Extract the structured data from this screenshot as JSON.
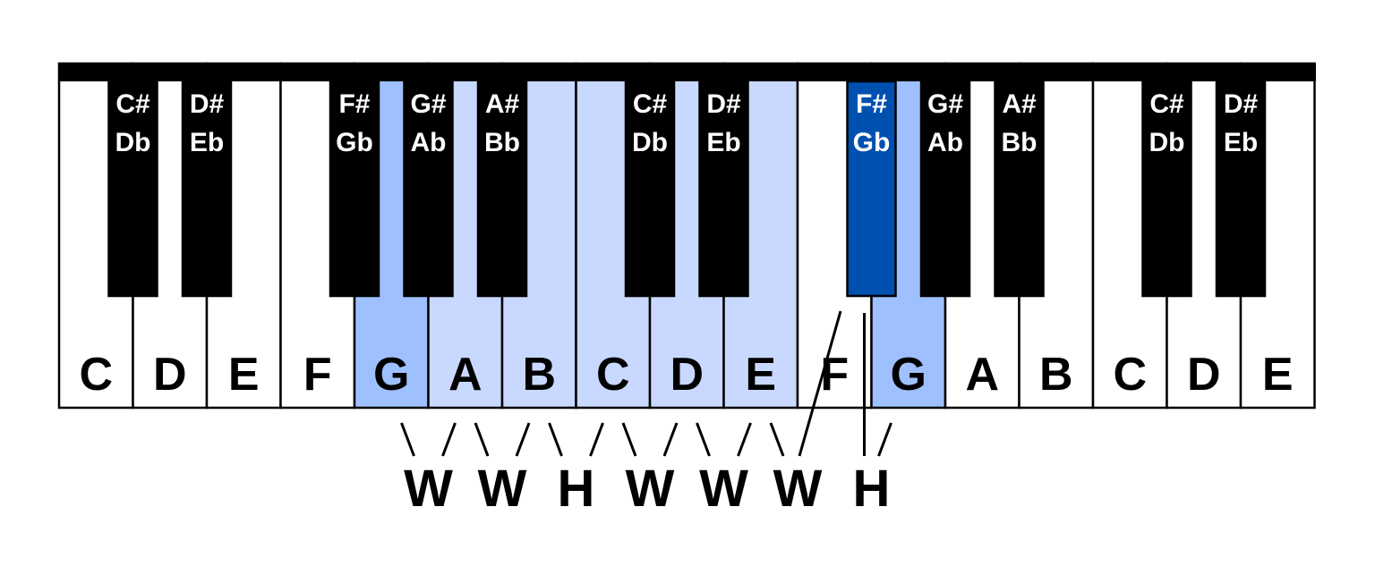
{
  "keyboard": {
    "white_keys": [
      {
        "label": "C",
        "state": "none"
      },
      {
        "label": "D",
        "state": "none"
      },
      {
        "label": "E",
        "state": "none"
      },
      {
        "label": "F",
        "state": "none"
      },
      {
        "label": "G",
        "state": "tonic"
      },
      {
        "label": "A",
        "state": "scale"
      },
      {
        "label": "B",
        "state": "scale"
      },
      {
        "label": "C",
        "state": "scale"
      },
      {
        "label": "D",
        "state": "scale"
      },
      {
        "label": "E",
        "state": "scale"
      },
      {
        "label": "F",
        "state": "none"
      },
      {
        "label": "G",
        "state": "tonic"
      },
      {
        "label": "A",
        "state": "none"
      },
      {
        "label": "B",
        "state": "none"
      },
      {
        "label": "C",
        "state": "none"
      },
      {
        "label": "D",
        "state": "none"
      },
      {
        "label": "E",
        "state": "none"
      }
    ],
    "black_keys": [
      {
        "after": 0,
        "sharp": "C#",
        "flat": "Db",
        "state": "none"
      },
      {
        "after": 1,
        "sharp": "D#",
        "flat": "Eb",
        "state": "none"
      },
      {
        "after": 3,
        "sharp": "F#",
        "flat": "Gb",
        "state": "none"
      },
      {
        "after": 4,
        "sharp": "G#",
        "flat": "Ab",
        "state": "none"
      },
      {
        "after": 5,
        "sharp": "A#",
        "flat": "Bb",
        "state": "none"
      },
      {
        "after": 7,
        "sharp": "C#",
        "flat": "Db",
        "state": "none"
      },
      {
        "after": 8,
        "sharp": "D#",
        "flat": "Eb",
        "state": "none"
      },
      {
        "after": 10,
        "sharp": "F#",
        "flat": "Gb",
        "state": "highlighted"
      },
      {
        "after": 11,
        "sharp": "G#",
        "flat": "Ab",
        "state": "none"
      },
      {
        "after": 12,
        "sharp": "A#",
        "flat": "Bb",
        "state": "none"
      },
      {
        "after": 14,
        "sharp": "C#",
        "flat": "Db",
        "state": "none"
      },
      {
        "after": 15,
        "sharp": "D#",
        "flat": "Eb",
        "state": "none"
      }
    ]
  },
  "steps": [
    "W",
    "W",
    "H",
    "W",
    "W",
    "W",
    "H"
  ],
  "colors": {
    "tonic": "#9fc0fe",
    "scale": "#c9d8fe",
    "highlighted_black": "#0050b0",
    "black_key": "#000000",
    "white_key": "#ffffff"
  }
}
